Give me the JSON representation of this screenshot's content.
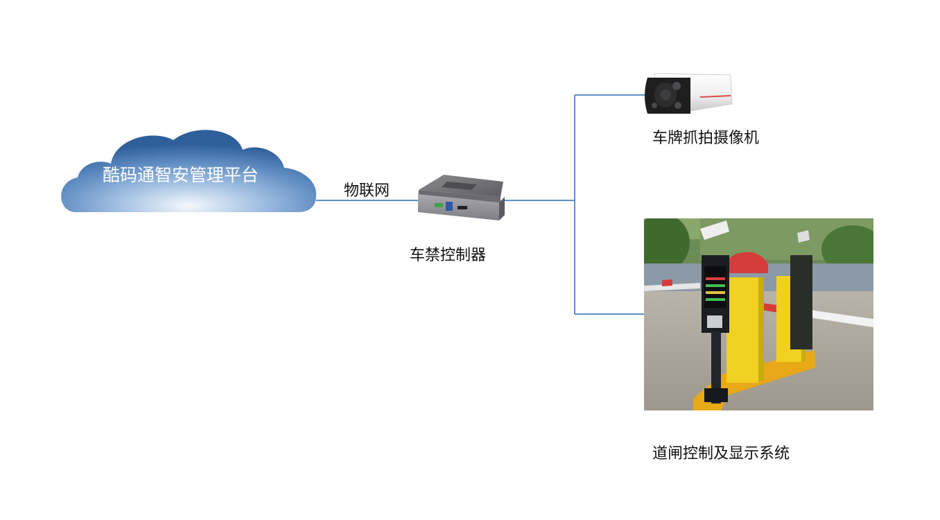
{
  "platform": {
    "label": "酷码通智安管理平台"
  },
  "link": {
    "label": "物联网"
  },
  "controller": {
    "label": "车禁控制器"
  },
  "camera": {
    "label": "车牌抓拍摄像机"
  },
  "barrier": {
    "label": "道闸控制及显示系统"
  },
  "colors": {
    "connector": "#5b8fc9",
    "cloud_dark": "#2f5f9a",
    "cloud_light": "#f4f8fc",
    "barrier_yellow": "#f0d020",
    "barrier_base": "#e8a818"
  }
}
